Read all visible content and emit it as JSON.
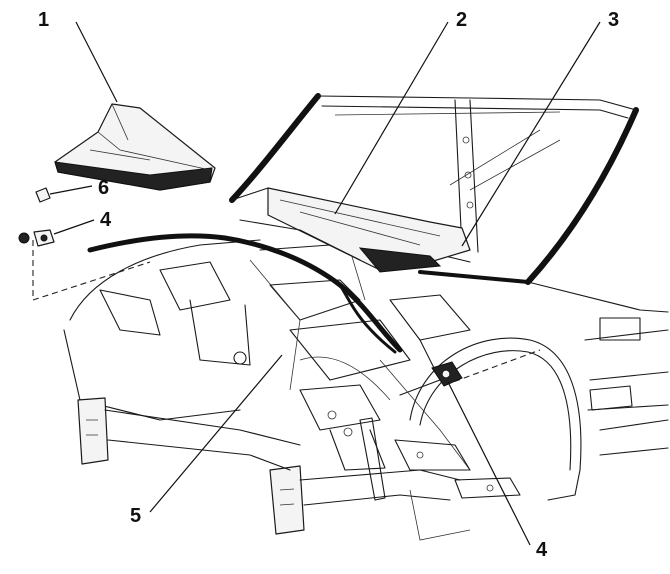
{
  "callouts": [
    {
      "label": "1"
    },
    {
      "label": "2"
    },
    {
      "label": "3"
    },
    {
      "label": "6"
    },
    {
      "label": "4"
    },
    {
      "label": "5"
    },
    {
      "label": "4"
    }
  ],
  "colors": {
    "line": "#111111",
    "background": "#ffffff",
    "panel_fill": "#f4f4f4"
  }
}
